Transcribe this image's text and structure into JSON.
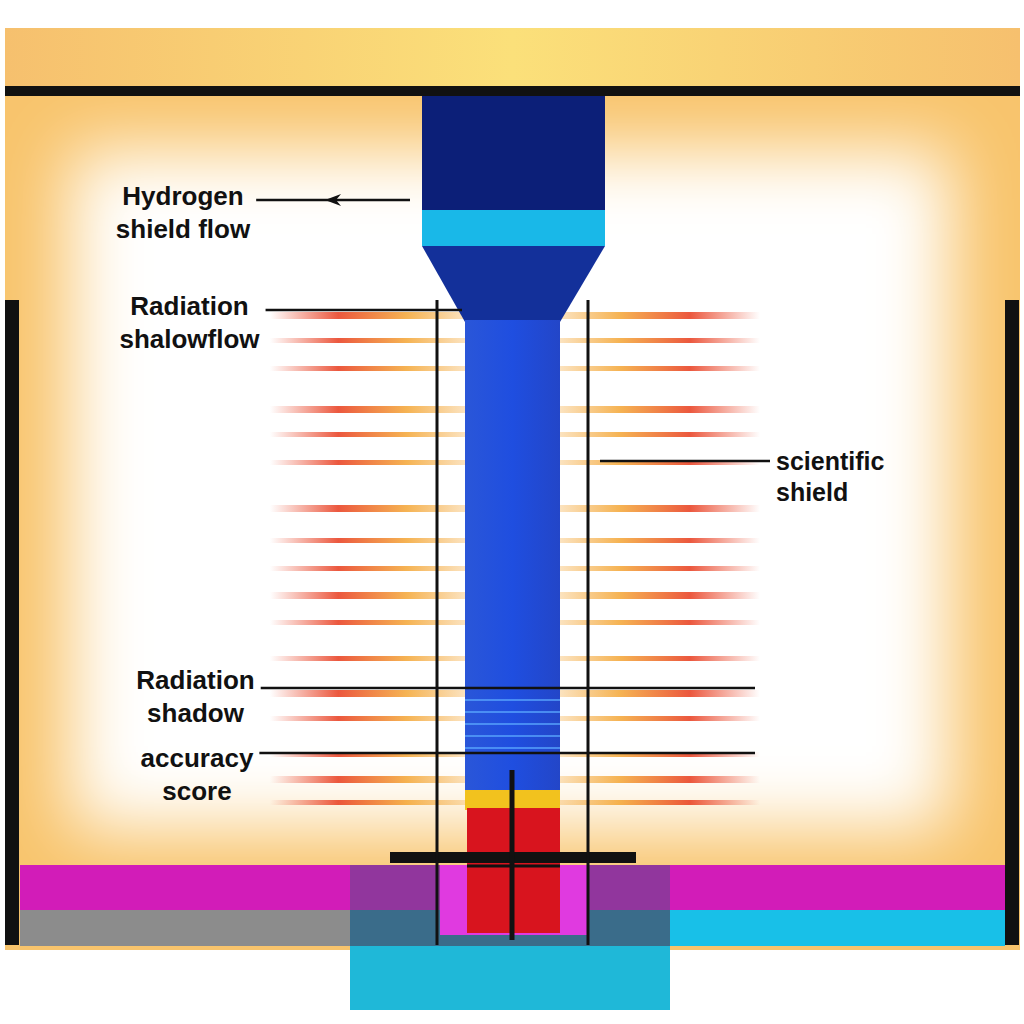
{
  "diagram": {
    "labels": [
      "Hydrogen shield flow",
      "Radiation shalowflow",
      "scientific shield",
      "Radiation shadow",
      "accuracy score"
    ]
  }
}
